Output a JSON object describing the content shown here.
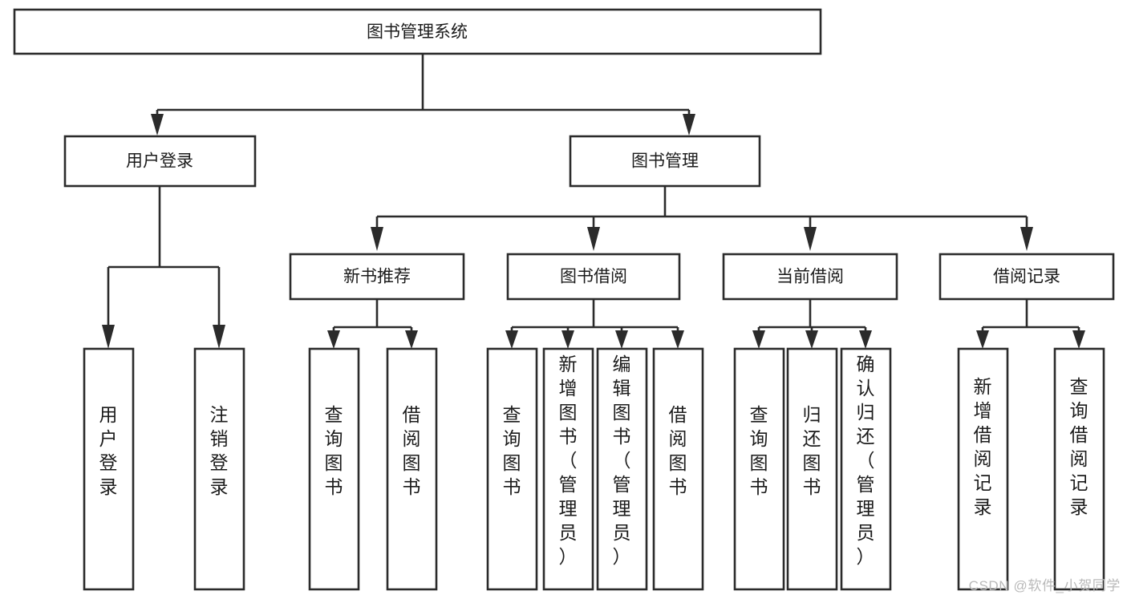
{
  "diagram": {
    "type": "tree-hierarchy",
    "title": "图书管理系统",
    "orientation": "top-down",
    "watermark": "CSDN @软件_小贺同学",
    "style": {
      "box_fill": "#ffffff",
      "box_stroke": "#2b2b2b",
      "connector_color": "#2b2b2b",
      "text_color": "#1b1b1b",
      "watermark_color": "#b9b9b9",
      "background": "#ffffff"
    },
    "nodes": {
      "root": {
        "label": "图书管理系统"
      },
      "level2": [
        {
          "id": "user-login",
          "label": "用户登录"
        },
        {
          "id": "book-management",
          "label": "图书管理"
        }
      ],
      "level3": [
        {
          "id": "new-book-recommend",
          "label": "新书推荐"
        },
        {
          "id": "book-borrow",
          "label": "图书借阅"
        },
        {
          "id": "current-borrow",
          "label": "当前借阅"
        },
        {
          "id": "borrow-record",
          "label": "借阅记录"
        }
      ],
      "leaves": {
        "user-login": [
          {
            "id": "leaf-user-login",
            "label": "用户登录"
          },
          {
            "id": "leaf-logout",
            "label": "注销登录"
          }
        ],
        "new-book-recommend": [
          {
            "id": "leaf-query-book-1",
            "label": "查询图书"
          },
          {
            "id": "leaf-borrow-book-1",
            "label": "借阅图书"
          }
        ],
        "book-borrow": [
          {
            "id": "leaf-query-book-2",
            "label": "查询图书"
          },
          {
            "id": "leaf-add-book",
            "label": "新增图书（管理员）"
          },
          {
            "id": "leaf-edit-book",
            "label": "编辑图书（管理员）"
          },
          {
            "id": "leaf-borrow-book-2",
            "label": "借阅图书"
          }
        ],
        "current-borrow": [
          {
            "id": "leaf-query-book-3",
            "label": "查询图书"
          },
          {
            "id": "leaf-return-book",
            "label": "归还图书"
          },
          {
            "id": "leaf-confirm-return",
            "label": "确认归还（管理员）"
          }
        ],
        "borrow-record": [
          {
            "id": "leaf-add-record",
            "label": "新增借阅记录"
          },
          {
            "id": "leaf-query-record",
            "label": "查询借阅记录"
          }
        ]
      }
    }
  }
}
